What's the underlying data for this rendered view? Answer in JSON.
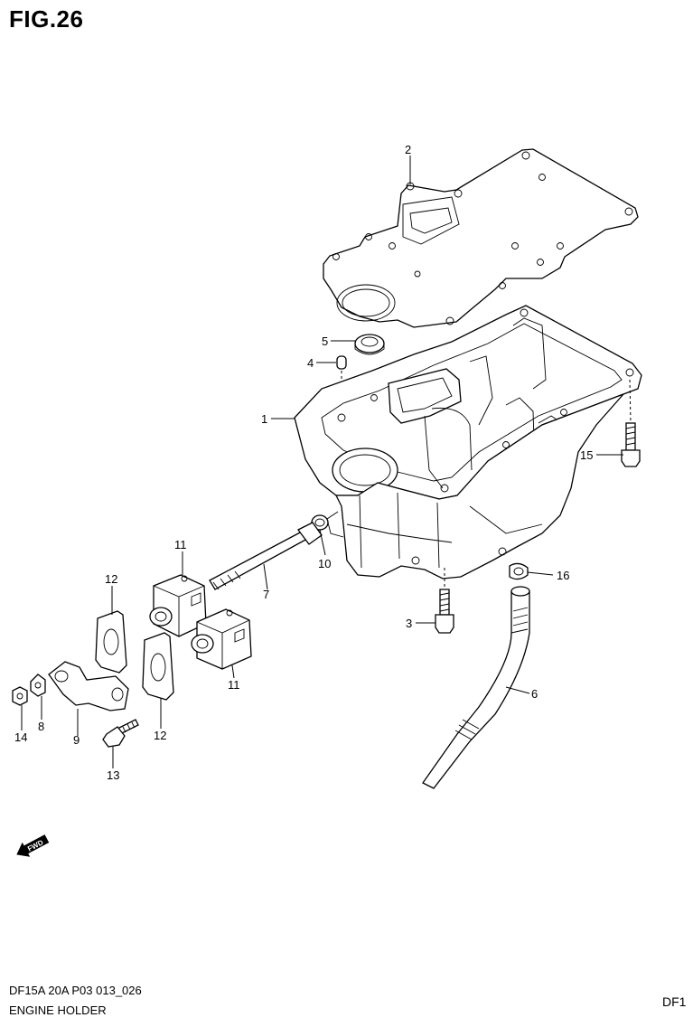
{
  "figure": {
    "title": "FIG.26",
    "code": "DF15A 20A  P03  013_026",
    "name": "ENGINE HOLDER",
    "corner_code": "DF1"
  },
  "callouts": [
    "1",
    "2",
    "3",
    "4",
    "5",
    "6",
    "7",
    "8",
    "9",
    "10",
    "11",
    "11",
    "12",
    "12",
    "13",
    "14",
    "15",
    "16"
  ],
  "direction_marker": {
    "text": "FWD",
    "icon": "forward-arrow-icon"
  }
}
